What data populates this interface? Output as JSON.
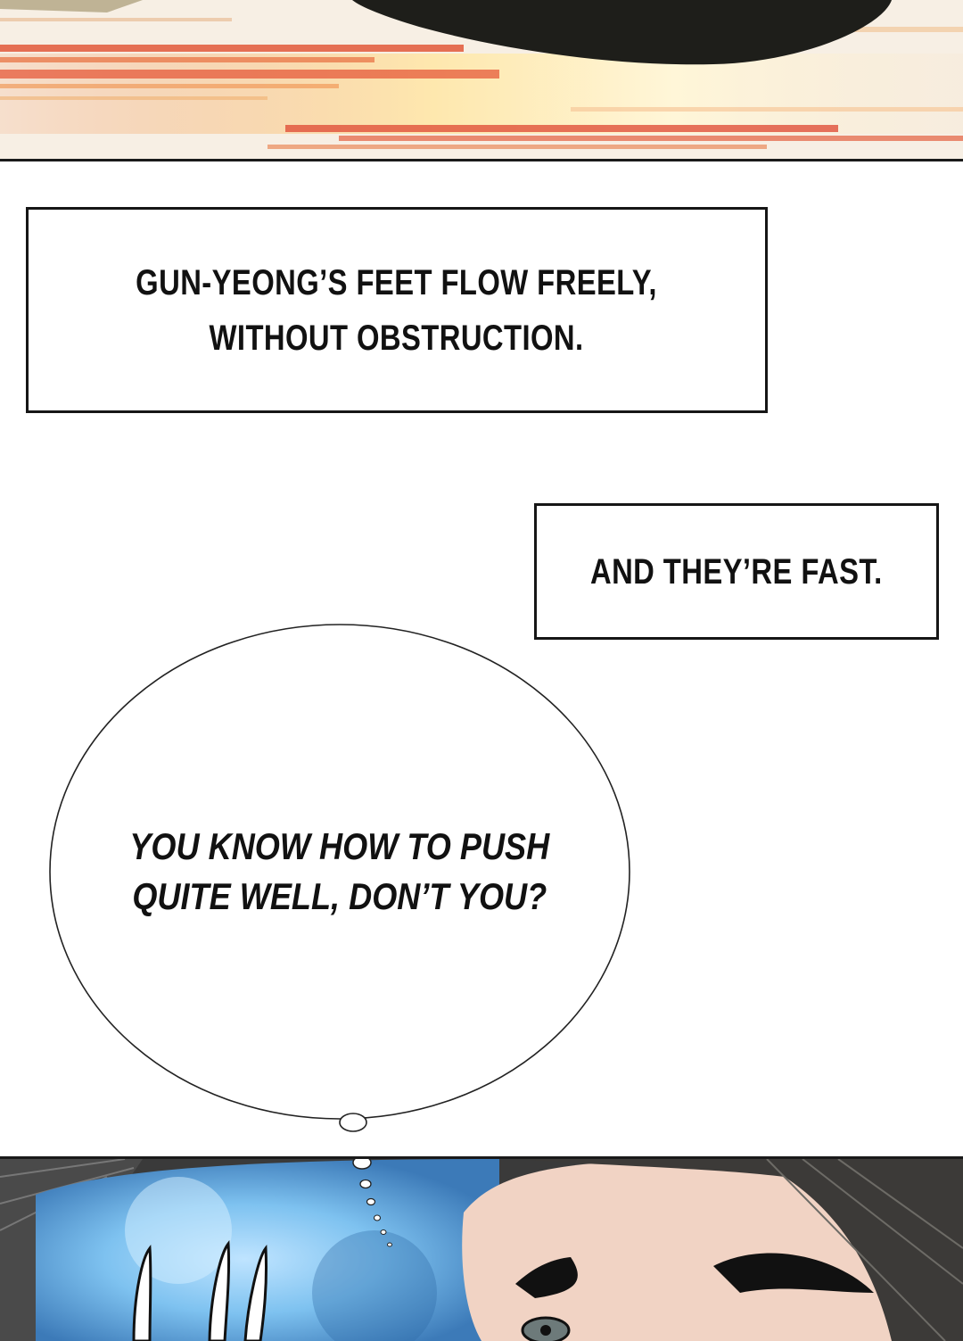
{
  "captions": [
    {
      "text": "GUN-YEONG’S FEET FLOW FREELY,\nWITHOUT OBSTRUCTION."
    },
    {
      "text": "AND THEY’RE FAST."
    }
  ],
  "thought_bubble": {
    "text": "YOU KNOW HOW TO PUSH\nQUITE WELL, DON’T YOU?"
  }
}
